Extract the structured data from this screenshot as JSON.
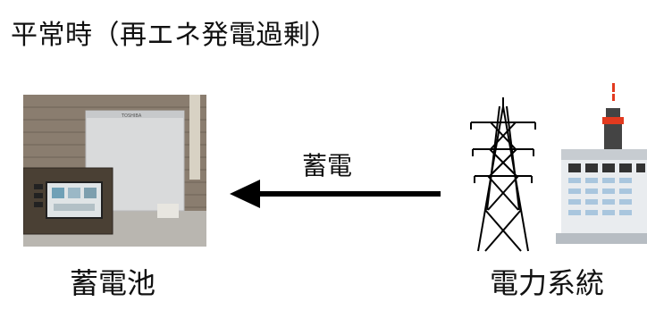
{
  "title": "平常時（再エネ発電過剰）",
  "flow": {
    "label": "蓄電",
    "direction": "right-to-left"
  },
  "nodes": {
    "battery": {
      "label": "蓄電池"
    },
    "grid": {
      "label": "電力系統"
    }
  },
  "photo_brand": "TOSHIBA"
}
